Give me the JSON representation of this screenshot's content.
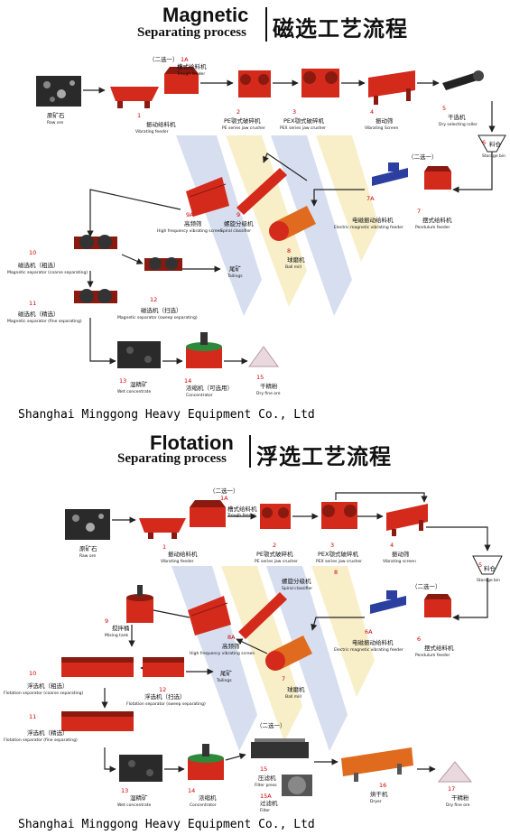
{
  "magnetic": {
    "title_en_main": "Magnetic",
    "title_en_sub": "Separating process",
    "title_cn": "磁选工艺流程",
    "option_tag": "（二选一）",
    "nodes": [
      {
        "id": "raw",
        "num": "",
        "cn": "原矿石",
        "en": "Raw ore"
      },
      {
        "id": "1",
        "num": "1",
        "cn": "振动给料机",
        "en": "Vibrating feeder"
      },
      {
        "id": "1A",
        "num": "1A",
        "cn": "槽式给料机",
        "en": "Trough feeder"
      },
      {
        "id": "2",
        "num": "2",
        "cn": "PE颚式破碎机",
        "en": "PE series jaw crusher"
      },
      {
        "id": "3",
        "num": "3",
        "cn": "PEX颚式破碎机",
        "en": "PEX series jaw crusher"
      },
      {
        "id": "4",
        "num": "4",
        "cn": "振动筛",
        "en": "Vibrating Screen"
      },
      {
        "id": "5",
        "num": "5",
        "cn": "干选机",
        "en": "Dry selecting roller"
      },
      {
        "id": "6",
        "num": "6",
        "cn": "料仓",
        "en": "Storage bin"
      },
      {
        "id": "7",
        "num": "7",
        "cn": "摆式给料机",
        "en": "Pendulum feeder"
      },
      {
        "id": "7A",
        "num": "7A",
        "cn": "电磁振动给料机",
        "en": "Electric magnetic vibrating feeder"
      },
      {
        "id": "8",
        "num": "8",
        "cn": "球磨机",
        "en": "Ball mill"
      },
      {
        "id": "9",
        "num": "9",
        "cn": "螺旋分级机",
        "en": "Spiral classifier"
      },
      {
        "id": "9A",
        "num": "9A",
        "cn": "高频筛",
        "en": "High frequency vibrating screen"
      },
      {
        "id": "10",
        "num": "10",
        "cn": "磁选机（粗选）",
        "en": "Magnetic separator (coarse separating)"
      },
      {
        "id": "11",
        "num": "11",
        "cn": "磁选机（精选）",
        "en": "Magnetic separator (fine separating)"
      },
      {
        "id": "12",
        "num": "12",
        "cn": "磁选机（扫选）",
        "en": "Magnetic separator (sweep separating)"
      },
      {
        "id": "tail",
        "num": "",
        "cn": "尾矿",
        "en": "Tailings"
      },
      {
        "id": "13",
        "num": "13",
        "cn": "湿精矿",
        "en": "Wet concentrate"
      },
      {
        "id": "14",
        "num": "14",
        "cn": "浓缩机（可选用）",
        "en": "Concentrator"
      },
      {
        "id": "15",
        "num": "15",
        "cn": "干精粉",
        "en": "Dry fine ore"
      }
    ],
    "company": "Shanghai Minggong Heavy Equipment Co., Ltd"
  },
  "flotation": {
    "title_en_main": "Flotation",
    "title_en_sub": "Separating process",
    "title_cn": "浮选工艺流程",
    "option_tag": "（二选一）",
    "nodes": [
      {
        "id": "raw",
        "num": "",
        "cn": "原矿石",
        "en": "Raw ore"
      },
      {
        "id": "1",
        "num": "1",
        "cn": "振动给料机",
        "en": "Vibrating feeder"
      },
      {
        "id": "1A",
        "num": "1A",
        "cn": "槽式给料机",
        "en": "Trough feeder"
      },
      {
        "id": "2",
        "num": "2",
        "cn": "PE颚式破碎机",
        "en": "PE series jaw crusher"
      },
      {
        "id": "3",
        "num": "3",
        "cn": "PEX颚式破碎机",
        "en": "PEX series jaw crusher"
      },
      {
        "id": "4",
        "num": "4",
        "cn": "振动筛",
        "en": "Vibrating screen"
      },
      {
        "id": "5",
        "num": "5",
        "cn": "料仓",
        "en": "Storage bin"
      },
      {
        "id": "6",
        "num": "6",
        "cn": "摆式给料机",
        "en": "Pendulum feeder"
      },
      {
        "id": "6A",
        "num": "6A",
        "cn": "电磁振动给料机",
        "en": "Electric magnetic vibrating feeder"
      },
      {
        "id": "7",
        "num": "7",
        "cn": "球磨机",
        "en": "Ball mill"
      },
      {
        "id": "8",
        "num": "8",
        "cn": "螺旋分级机",
        "en": "Spiral classifier"
      },
      {
        "id": "8A",
        "num": "8A",
        "cn": "高频筛",
        "en": "High frequency vibrating screen"
      },
      {
        "id": "9",
        "num": "9",
        "cn": "搅拌桶",
        "en": "Mixing tank"
      },
      {
        "id": "10",
        "num": "10",
        "cn": "浮选机（粗选）",
        "en": "Flotation separator (coarse separating)"
      },
      {
        "id": "11",
        "num": "11",
        "cn": "浮选机（精选）",
        "en": "Flotation separator (fine separating)"
      },
      {
        "id": "12",
        "num": "12",
        "cn": "浮选机（扫选）",
        "en": "Flotation separator (sweep separating)"
      },
      {
        "id": "tail",
        "num": "",
        "cn": "尾矿",
        "en": "Tailings"
      },
      {
        "id": "13",
        "num": "13",
        "cn": "湿精矿",
        "en": "Wet concentrate"
      },
      {
        "id": "14",
        "num": "14",
        "cn": "浓缩机",
        "en": "Concentrator"
      },
      {
        "id": "15",
        "num": "15",
        "cn": "压滤机",
        "en": "Filter press"
      },
      {
        "id": "15A",
        "num": "15A",
        "cn": "过滤机",
        "en": "Filter"
      },
      {
        "id": "16",
        "num": "16",
        "cn": "烘干机",
        "en": "Dryer"
      },
      {
        "id": "17",
        "num": "17",
        "cn": "干精粉",
        "en": "Dry fine ore"
      }
    ],
    "company": "Shanghai Minggong Heavy Equipment Co., Ltd"
  },
  "colors": {
    "machine_red": "#d42a1c",
    "machine_dark": "#8a1a10",
    "arrow": "#222222",
    "label_red": "#cc0000",
    "watermark_blue": "#c9d3ec",
    "watermark_yellow": "#f6eab8",
    "ore_dark": "#2a2a2a",
    "mill_orange": "#e06a1e",
    "feeder_blue": "#2a3fa0"
  }
}
